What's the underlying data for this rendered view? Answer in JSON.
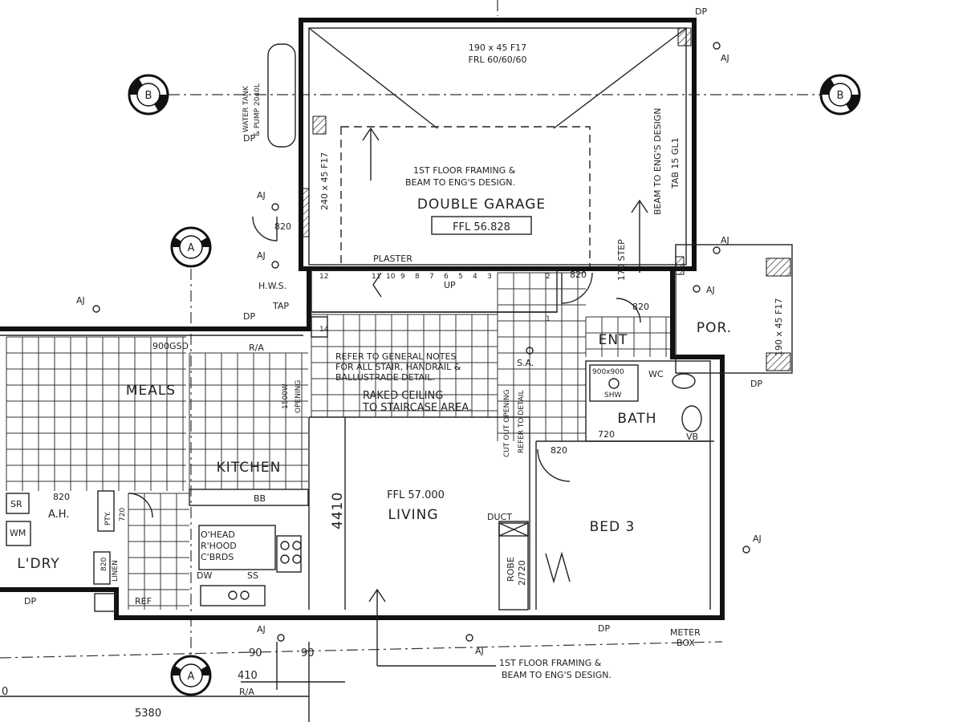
{
  "rooms": {
    "double_garage": "DOUBLE GARAGE",
    "meals": "MEALS",
    "kitchen": "KITCHEN",
    "living": "LIVING",
    "bed3": "BED 3",
    "bath": "BATH",
    "ent": "ENT",
    "por": "POR.",
    "ldry": "L'DRY"
  },
  "levels": {
    "garage_ffl": "FFL 56.828",
    "living_ffl": "FFL 57.000"
  },
  "section_markers": {
    "a": "A",
    "b": "B"
  },
  "notes": {
    "garage_beam_1": "190 x 45 F17",
    "garage_beam_2": "FRL 60/60/60",
    "first_floor_top_1": "1ST FLOOR FRAMING &",
    "first_floor_top_2": "BEAM TO ENG'S DESIGN.",
    "first_floor_bottom_1": "1ST FLOOR FRAMING &",
    "first_floor_bottom_2": "BEAM TO ENG'S DESIGN.",
    "beam_eng_design": "BEAM TO ENG'S DESIGN",
    "tab_gl1": "TAB 15 GL1",
    "garage_side_beam": "240 x 45 F17",
    "water_tank": "WATER TANK",
    "pump": "& PUMP 2040L",
    "plaster": "PLASTER",
    "up": "UP",
    "step": "170 STEP",
    "refer_1": "REFER TO GENERAL NOTES",
    "refer_2": "FOR ALL STAIR, HANDRAIL &",
    "refer_3": "BALLUSTRADE DETAIL.",
    "raked_1": "RAKED CEILING",
    "raked_2": "TO STAIRCASE AREA.",
    "cut_out_1": "CUT OUT OPENING",
    "cut_out_2": "REFER TO DETAIL",
    "opening_1500": "1500W",
    "opening": "OPENING",
    "por_beam": "190 x 45 F17",
    "duct": "DUCT",
    "robe": "ROBE",
    "robe_dim": "2/720",
    "oh_1": "O'HEAD",
    "oh_2": "R'HOOD",
    "oh_3": "C'BRDS",
    "dw": "DW",
    "ss": "SS",
    "bb": "BB",
    "ah": "A.H.",
    "pty": "PTY.",
    "pty_dim": "720",
    "linen": "LINEN",
    "wm": "WM",
    "sr": "SR",
    "ref": "REF",
    "hws": "H.W.S.",
    "tap": "TAP",
    "sa": "S.A.",
    "wc": "WC",
    "vb": "VB",
    "shw": "SHW",
    "shw_size": "900x900",
    "gsd": "900GSD",
    "ra_top": "R/A",
    "ra_bottom": "R/A",
    "meter_1": "METER",
    "meter_2": "BOX"
  },
  "tags": {
    "dp_1": "DP",
    "dp_2": "DP",
    "dp_3": "DP",
    "dp_4": "DP",
    "dp_5": "DP",
    "dp_6": "DP",
    "aj_1": "AJ",
    "aj_2": "AJ",
    "aj_3": "AJ",
    "aj_4": "AJ",
    "aj_5": "AJ",
    "aj_6": "AJ",
    "aj_7": "AJ",
    "aj_8": "AJ",
    "aj_9": "AJ"
  },
  "dimensions": {
    "d820_garage": "820",
    "d820_ent": "820",
    "d820_bath": "820",
    "d820_bed": "820",
    "d820_ah": "820",
    "d820_linen": "820",
    "d720_bath": "720",
    "d4410": "4410",
    "d90_left": "90",
    "d90_right": "90",
    "d410": "410",
    "d5380": "5380",
    "d0": "0"
  },
  "stairs": [
    "12",
    "11",
    "10",
    "9",
    "8",
    "7",
    "6",
    "5",
    "4",
    "3",
    "2",
    "1",
    "14"
  ]
}
